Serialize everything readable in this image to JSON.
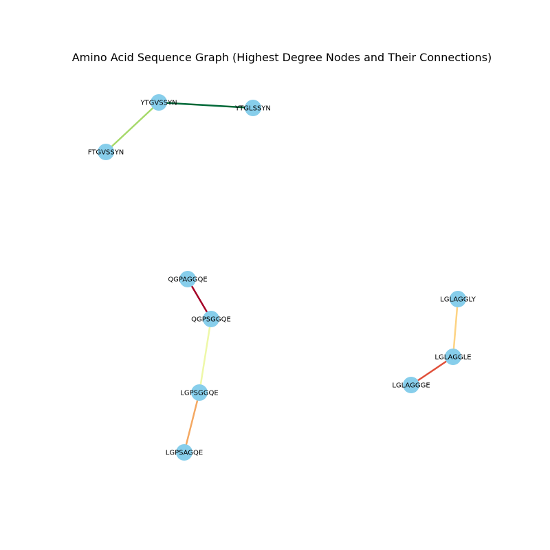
{
  "title": "Amino Acid Sequence Graph (Highest Degree Nodes and Their Connections)",
  "node_color": "#87ceeb",
  "nodes": [
    {
      "id": "YTGVSSYN"
    },
    {
      "id": "YTGLSSYN"
    },
    {
      "id": "FTGVSSYN"
    },
    {
      "id": "QGPAGGQE"
    },
    {
      "id": "QGPSGGQE"
    },
    {
      "id": "LGPSGGQE"
    },
    {
      "id": "LGPSAGQE"
    },
    {
      "id": "LGLAGGLY"
    },
    {
      "id": "LGLAGGLE"
    },
    {
      "id": "LGLAGGGE"
    }
  ],
  "edges": [
    {
      "source": "YTGVSSYN",
      "target": "YTGLSSYN",
      "color": "#006837"
    },
    {
      "source": "YTGVSSYN",
      "target": "FTGVSSYN",
      "color": "#a6d96a"
    },
    {
      "source": "QGPAGGQE",
      "target": "QGPSGGQE",
      "color": "#a50026"
    },
    {
      "source": "QGPSGGQE",
      "target": "LGPSGGQE",
      "color": "#eef8a8"
    },
    {
      "source": "LGPSGGQE",
      "target": "LGPSAGQE",
      "color": "#f4a862"
    },
    {
      "source": "LGLAGGLY",
      "target": "LGLAGGLE",
      "color": "#fdd383"
    },
    {
      "source": "LGLAGGLE",
      "target": "LGLAGGGE",
      "color": "#e04f39"
    }
  ]
}
